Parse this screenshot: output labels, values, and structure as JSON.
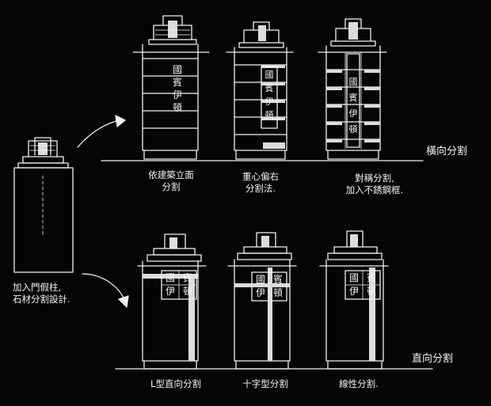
{
  "colors": {
    "background": "#050505",
    "chalk": "#f2f2f2",
    "fill": "#dcdcdc"
  },
  "sign_characters": [
    "國",
    "賓",
    "伊",
    "頓"
  ],
  "rows": {
    "horizontal_label": "橫向分割",
    "vertical_label": "直向分割"
  },
  "base_building": {
    "caption_line1": "加入門假柱,",
    "caption_line2": "石材分割設計."
  },
  "variants": [
    {
      "id": "h1",
      "caption_line1": "依建築立面",
      "caption_line2": "分割"
    },
    {
      "id": "h2",
      "caption_line1": "重心偏右",
      "caption_line2": "分割法."
    },
    {
      "id": "h3",
      "caption_line1": "對稱分割,",
      "caption_line2": "加入不銹鋼框."
    },
    {
      "id": "v1",
      "caption_line1": "L型直向分割",
      "caption_line2": ""
    },
    {
      "id": "v2",
      "caption_line1": "十字型分割",
      "caption_line2": ""
    },
    {
      "id": "v3",
      "caption_line1": "線性分割.",
      "caption_line2": ""
    }
  ]
}
